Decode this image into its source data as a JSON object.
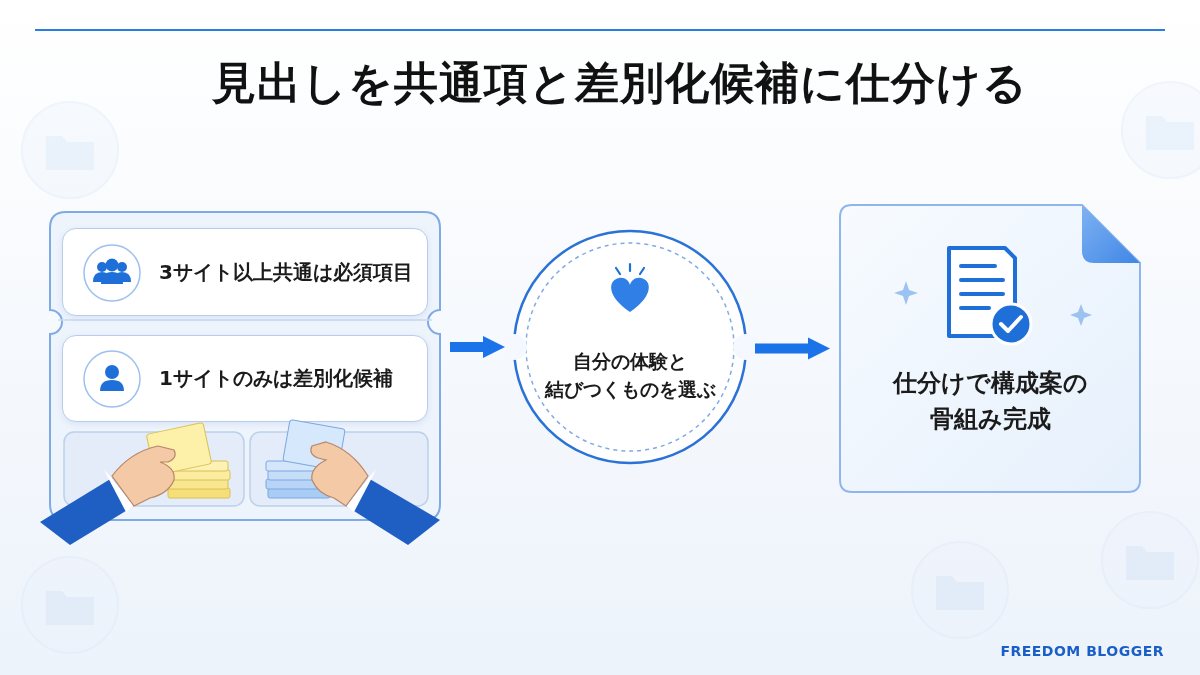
{
  "diagram": {
    "title": "見出しを共通項と差別化候補に仕分ける",
    "nodes": [
      {
        "text": []
      },
      {
        "text": [
          "3サイト以上共通は必須項目"
        ],
        "in": 0
      },
      {
        "text": [
          "1サイトのみは差別化候補"
        ],
        "in": 0
      },
      {
        "text": [
          "自分の体験と 結びつくものを選ぶ"
        ]
      },
      {
        "text": [
          "仕分けで構成案の 骨組み完成"
        ]
      }
    ],
    "edges": [
      {
        "from": 0,
        "to": 3,
        "arrow": "to"
      },
      {
        "from": 3,
        "to": 4,
        "arrow": "to"
      }
    ],
    "labels": [
      "FREEDOM BLOGGER"
    ]
  }
}
